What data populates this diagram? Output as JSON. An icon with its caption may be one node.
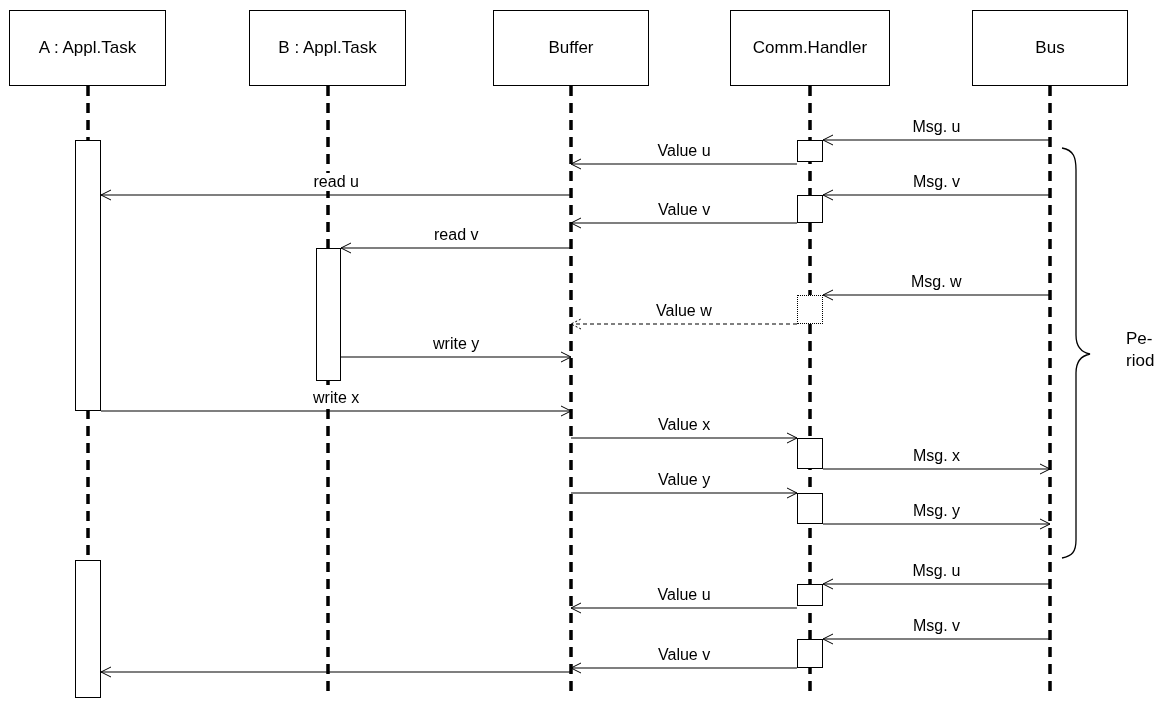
{
  "diagram": {
    "nodes": [
      {
        "text": [
          "A : Appl.Task"
        ]
      },
      {
        "text": [
          "B : Appl.Task"
        ]
      },
      {
        "text": [
          "Buffer"
        ]
      },
      {
        "text": [
          "Comm.Handler"
        ]
      },
      {
        "text": [
          "Bus"
        ]
      },
      {
        "text": [],
        "shape": "box",
        "in": 0
      },
      {
        "text": [],
        "shape": "box",
        "in": 1
      },
      {
        "text": [],
        "shape": "box",
        "in": 3
      },
      {
        "text": [],
        "shape": "box",
        "in": 3
      },
      {
        "text": [],
        "shape": "box",
        "in": 3
      },
      {
        "text": [],
        "shape": "box",
        "in": 3
      },
      {
        "text": [],
        "shape": "box",
        "in": 3
      },
      {
        "text": [],
        "shape": "box",
        "in": 0
      },
      {
        "text": [],
        "shape": "box",
        "in": 3
      },
      {
        "text": [],
        "shape": "box",
        "in": 3
      }
    ],
    "edges": [
      {
        "from": 4,
        "to": 7,
        "arrow": "to",
        "label": "Msg. u"
      },
      {
        "from": 7,
        "to": 2,
        "arrow": "to",
        "label": "Value u"
      },
      {
        "from": 2,
        "to": 5,
        "arrow": "to",
        "label": "read u"
      },
      {
        "from": 4,
        "to": 8,
        "arrow": "to",
        "label": "Msg. v"
      },
      {
        "from": 8,
        "to": 2,
        "arrow": "to",
        "label": "Value v"
      },
      {
        "from": 2,
        "to": 6,
        "arrow": "to",
        "label": "read v"
      },
      {
        "from": 4,
        "to": 9,
        "arrow": "to",
        "label": "Msg. w"
      },
      {
        "from": 9,
        "to": 2,
        "arrow": "to",
        "label": "Value w",
        "style": "dashed"
      },
      {
        "from": 6,
        "to": 2,
        "arrow": "to",
        "label": "write y"
      },
      {
        "from": 5,
        "to": 2,
        "arrow": "to",
        "label": "write x"
      },
      {
        "from": 2,
        "to": 10,
        "arrow": "to",
        "label": "Value x"
      },
      {
        "from": 10,
        "to": 4,
        "arrow": "to",
        "label": "Msg. x"
      },
      {
        "from": 2,
        "to": 11,
        "arrow": "to",
        "label": "Value y"
      },
      {
        "from": 11,
        "to": 4,
        "arrow": "to",
        "label": "Msg. y"
      },
      {
        "from": 4,
        "to": 13,
        "arrow": "to",
        "label": "Msg. u"
      },
      {
        "from": 13,
        "to": 2,
        "arrow": "to",
        "label": "Value u"
      },
      {
        "from": 4,
        "to": 14,
        "arrow": "to",
        "label": "Msg. v"
      },
      {
        "from": 14,
        "to": 2,
        "arrow": "to",
        "label": "Value v"
      },
      {
        "from": 2,
        "to": 12,
        "arrow": "to"
      }
    ],
    "labels": [
      "Pe-riod"
    ]
  }
}
